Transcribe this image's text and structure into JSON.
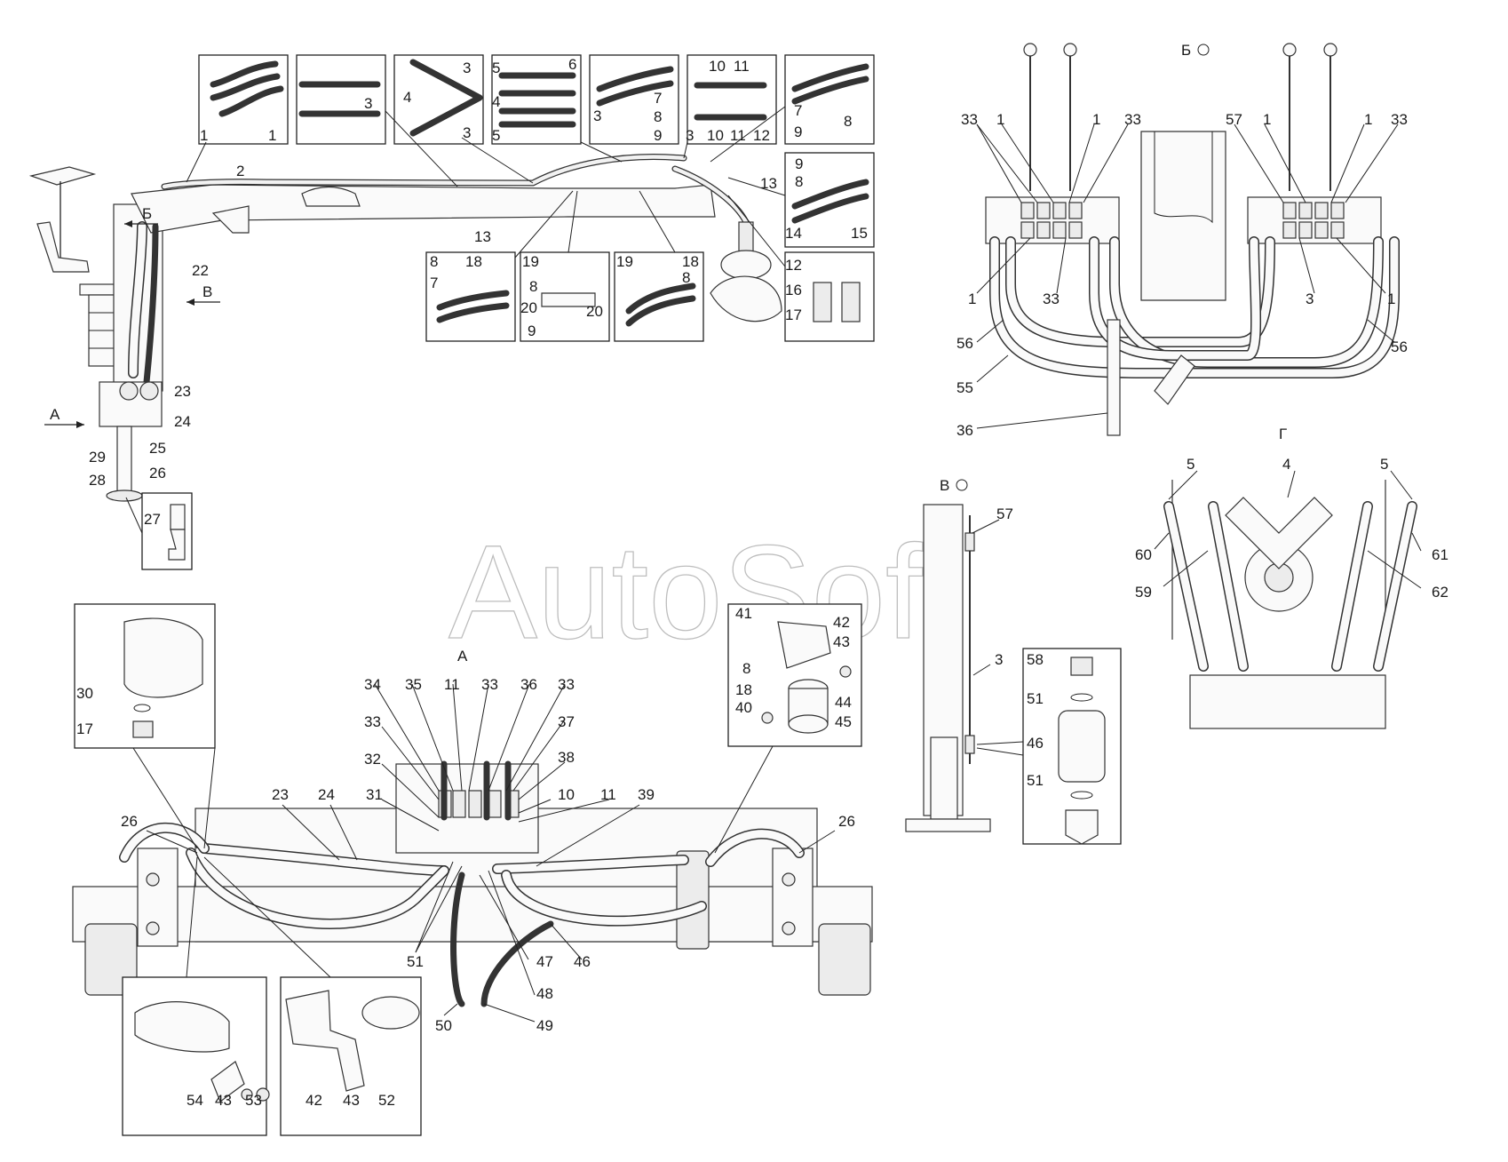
{
  "watermark": "AutoSoft",
  "views": {
    "a": "А",
    "b": "Б",
    "v": "В",
    "g": "Г"
  },
  "labels": {
    "n1": "1",
    "n2": "2",
    "n3": "3",
    "n4": "4",
    "n5": "5",
    "n6": "6",
    "n7": "7",
    "n8": "8",
    "n9": "9",
    "n10": "10",
    "n11": "11",
    "n12": "12",
    "n13": "13",
    "n14": "14",
    "n15": "15",
    "n16": "16",
    "n17": "17",
    "n18": "18",
    "n19": "19",
    "n20": "20",
    "n22": "22",
    "n23": "23",
    "n24": "24",
    "n25": "25",
    "n26": "26",
    "n27": "27",
    "n28": "28",
    "n29": "29",
    "n30": "30",
    "n31": "31",
    "n32": "32",
    "n33": "33",
    "n34": "34",
    "n35": "35",
    "n36": "36",
    "n37": "37",
    "n38": "38",
    "n39": "39",
    "n40": "40",
    "n41": "41",
    "n42": "42",
    "n43": "43",
    "n44": "44",
    "n45": "45",
    "n46": "46",
    "n47": "47",
    "n48": "48",
    "n49": "49",
    "n50": "50",
    "n51": "51",
    "n52": "52",
    "n53": "53",
    "n54": "54",
    "n55": "55",
    "n56": "56",
    "n57": "57",
    "n58": "58",
    "n59": "59",
    "n60": "60",
    "n61": "61",
    "n62": "62"
  }
}
